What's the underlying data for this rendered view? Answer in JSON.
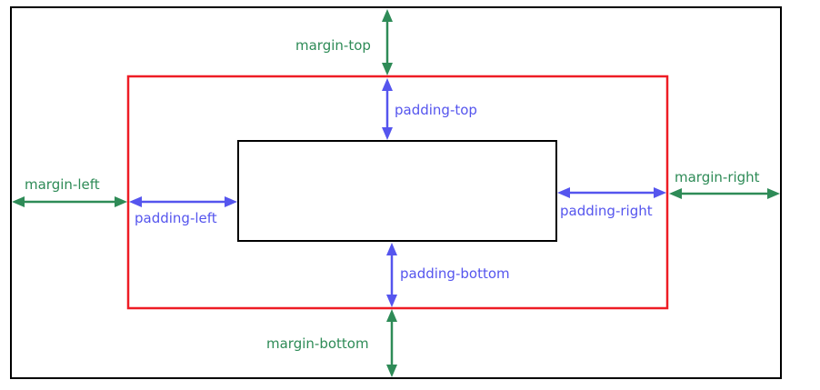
{
  "colors": {
    "margin": "#2e8b57",
    "padding": "#5555ee",
    "border": "#ee1c24",
    "outline": "#000000",
    "background": "#ffffff"
  },
  "labels": {
    "margin_top": "margin-top",
    "margin_left": "margin-left",
    "margin_right": "margin-right",
    "margin_bottom": "margin-bottom",
    "padding_top": "padding-top",
    "padding_left": "padding-left",
    "padding_right": "padding-right",
    "padding_bottom": "padding-bottom"
  }
}
